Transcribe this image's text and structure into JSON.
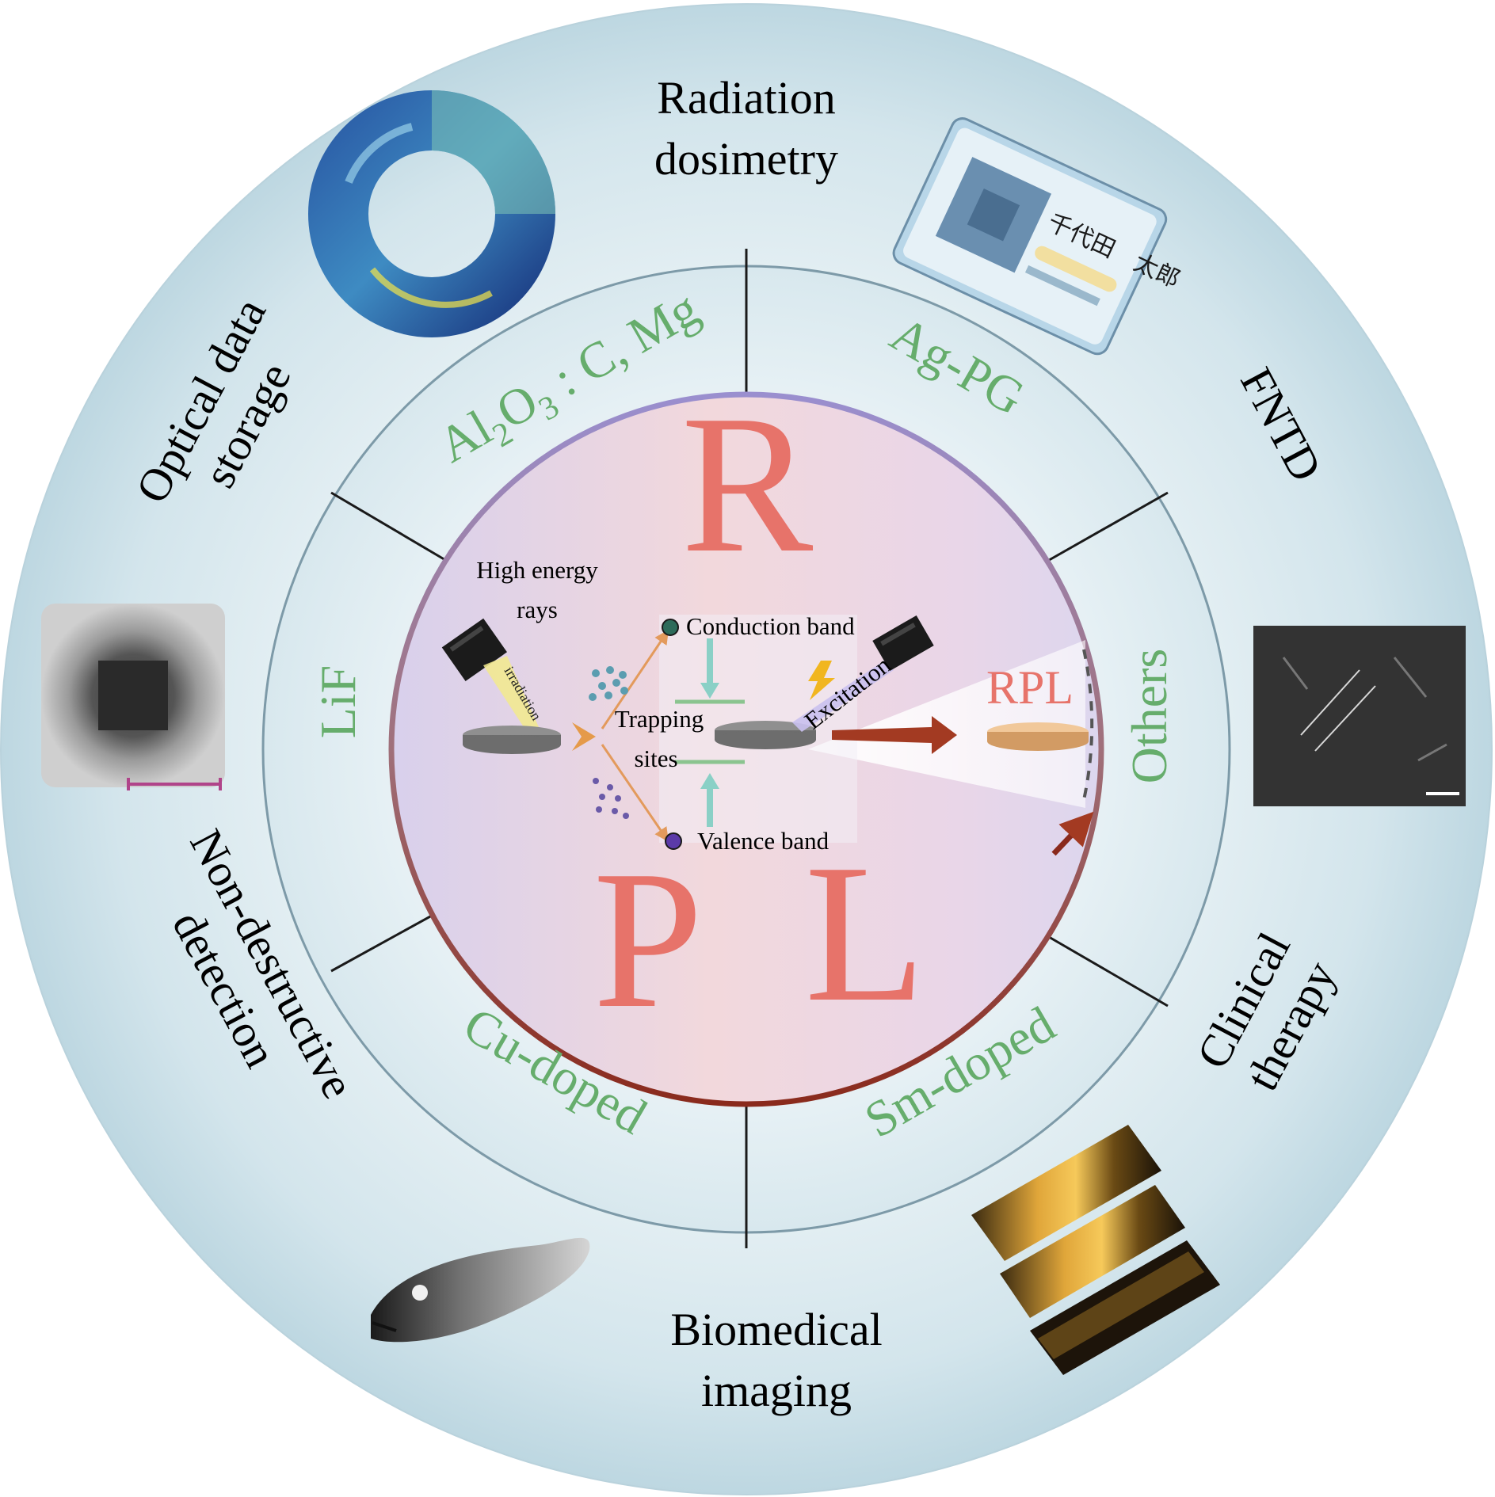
{
  "applications": {
    "radiation_dosimetry": [
      "Radiation",
      "dosimetry"
    ],
    "fntd": "FNTD",
    "clinical_therapy": [
      "Clinical",
      "therapy"
    ],
    "biomedical_imaging": [
      "Biomedical",
      "imaging"
    ],
    "non_destructive_detection": [
      "Non-destructive",
      "detection"
    ],
    "optical_data_storage": [
      "Optical data",
      "storage"
    ]
  },
  "materials": {
    "al2o3": {
      "base": "Al",
      "sub1": "2",
      "mid": "O",
      "sub2": "3",
      "tail": " : C, Mg"
    },
    "ag_pg": "Ag-PG",
    "others": "Others",
    "sm_doped": "Sm-doped",
    "cu_doped": "Cu-doped",
    "lif": "LiF"
  },
  "core": {
    "letters": [
      "R",
      "P",
      "L"
    ],
    "high_energy_rays": [
      "High energy",
      "rays"
    ],
    "irradiation": "irradiation",
    "conduction_band": "Conduction band",
    "valence_band": "Valence band",
    "trapping_sites": [
      "Trapping",
      "sites"
    ],
    "excitation": "Excitation",
    "rpl": "RPL"
  },
  "card_text": {
    "name": "千代田　太郎"
  },
  "colors": {
    "material_text": "#66ad6c",
    "rpl_text": "#e7736a",
    "outer_ring": "#d4e5ec",
    "middle_ring": "#dcebf0",
    "arrow": "#a33a22"
  }
}
